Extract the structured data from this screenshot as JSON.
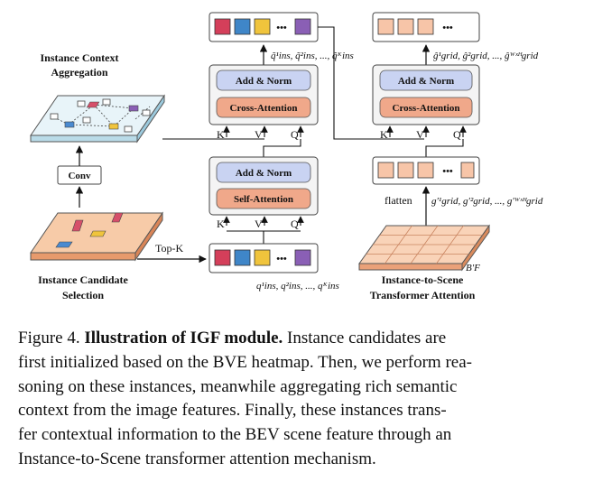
{
  "diagram": {
    "instance_context_label": [
      "Instance Context",
      "Aggregation"
    ],
    "conv_label": "Conv",
    "instance_candidate_label": [
      "Instance Candidate",
      "Selection"
    ],
    "topk_label": "Top-K",
    "left_stack": {
      "add_norm_top": "Add & Norm",
      "cross_attention": "Cross-Attention",
      "add_norm_bottom": "Add & Norm",
      "self_attention": "Self-Attention"
    },
    "right_stack": {
      "add_norm": "Add & Norm",
      "cross_attention": "Cross-Attention",
      "flatten": "flatten"
    },
    "k_label": "K",
    "v_label": "V",
    "q_label": "Q",
    "q_ins_tilde_label": "q̃¹ins, q̃²ins, ..., q̃ᴷins",
    "q_ins_label": "q¹ins, q²ins, ..., qᴷins",
    "g_grid_hat_label": "ĝ¹grid, ĝ²grid, ..., ĝᵂˣᴴgrid",
    "g_grid_prime_label": "g′¹grid, g′²grid, ..., g′ᵂˣᴴgrid",
    "bev_feature_label": "B′F",
    "i2s_label": [
      "Instance-to-Scene",
      "Transformer Attention"
    ],
    "colors": {
      "instance_red": "#d43f5a",
      "instance_blue": "#3f86c8",
      "instance_yellow": "#f0c43c",
      "instance_purple": "#8a5fb5",
      "grid_cell": "#f7c5a8",
      "add_norm_fill": "#c9d3f2",
      "attention_fill": "#f0a88a",
      "candidate_plane": "#f3b88f",
      "context_plane": "#d6ecf5"
    }
  },
  "caption": {
    "figure_num": "Figure 4.",
    "title": "Illustration of IGF module.",
    "lines": [
      " Instance candidates are",
      "first initialized based on the BVE heatmap. Then, we perform rea-",
      "soning on these instances, meanwhile aggregating rich semantic",
      "context from the image features.  Finally, these instances trans-",
      "fer contextual information to the BEV scene feature through an",
      "Instance-to-Scene transformer attention mechanism."
    ]
  }
}
